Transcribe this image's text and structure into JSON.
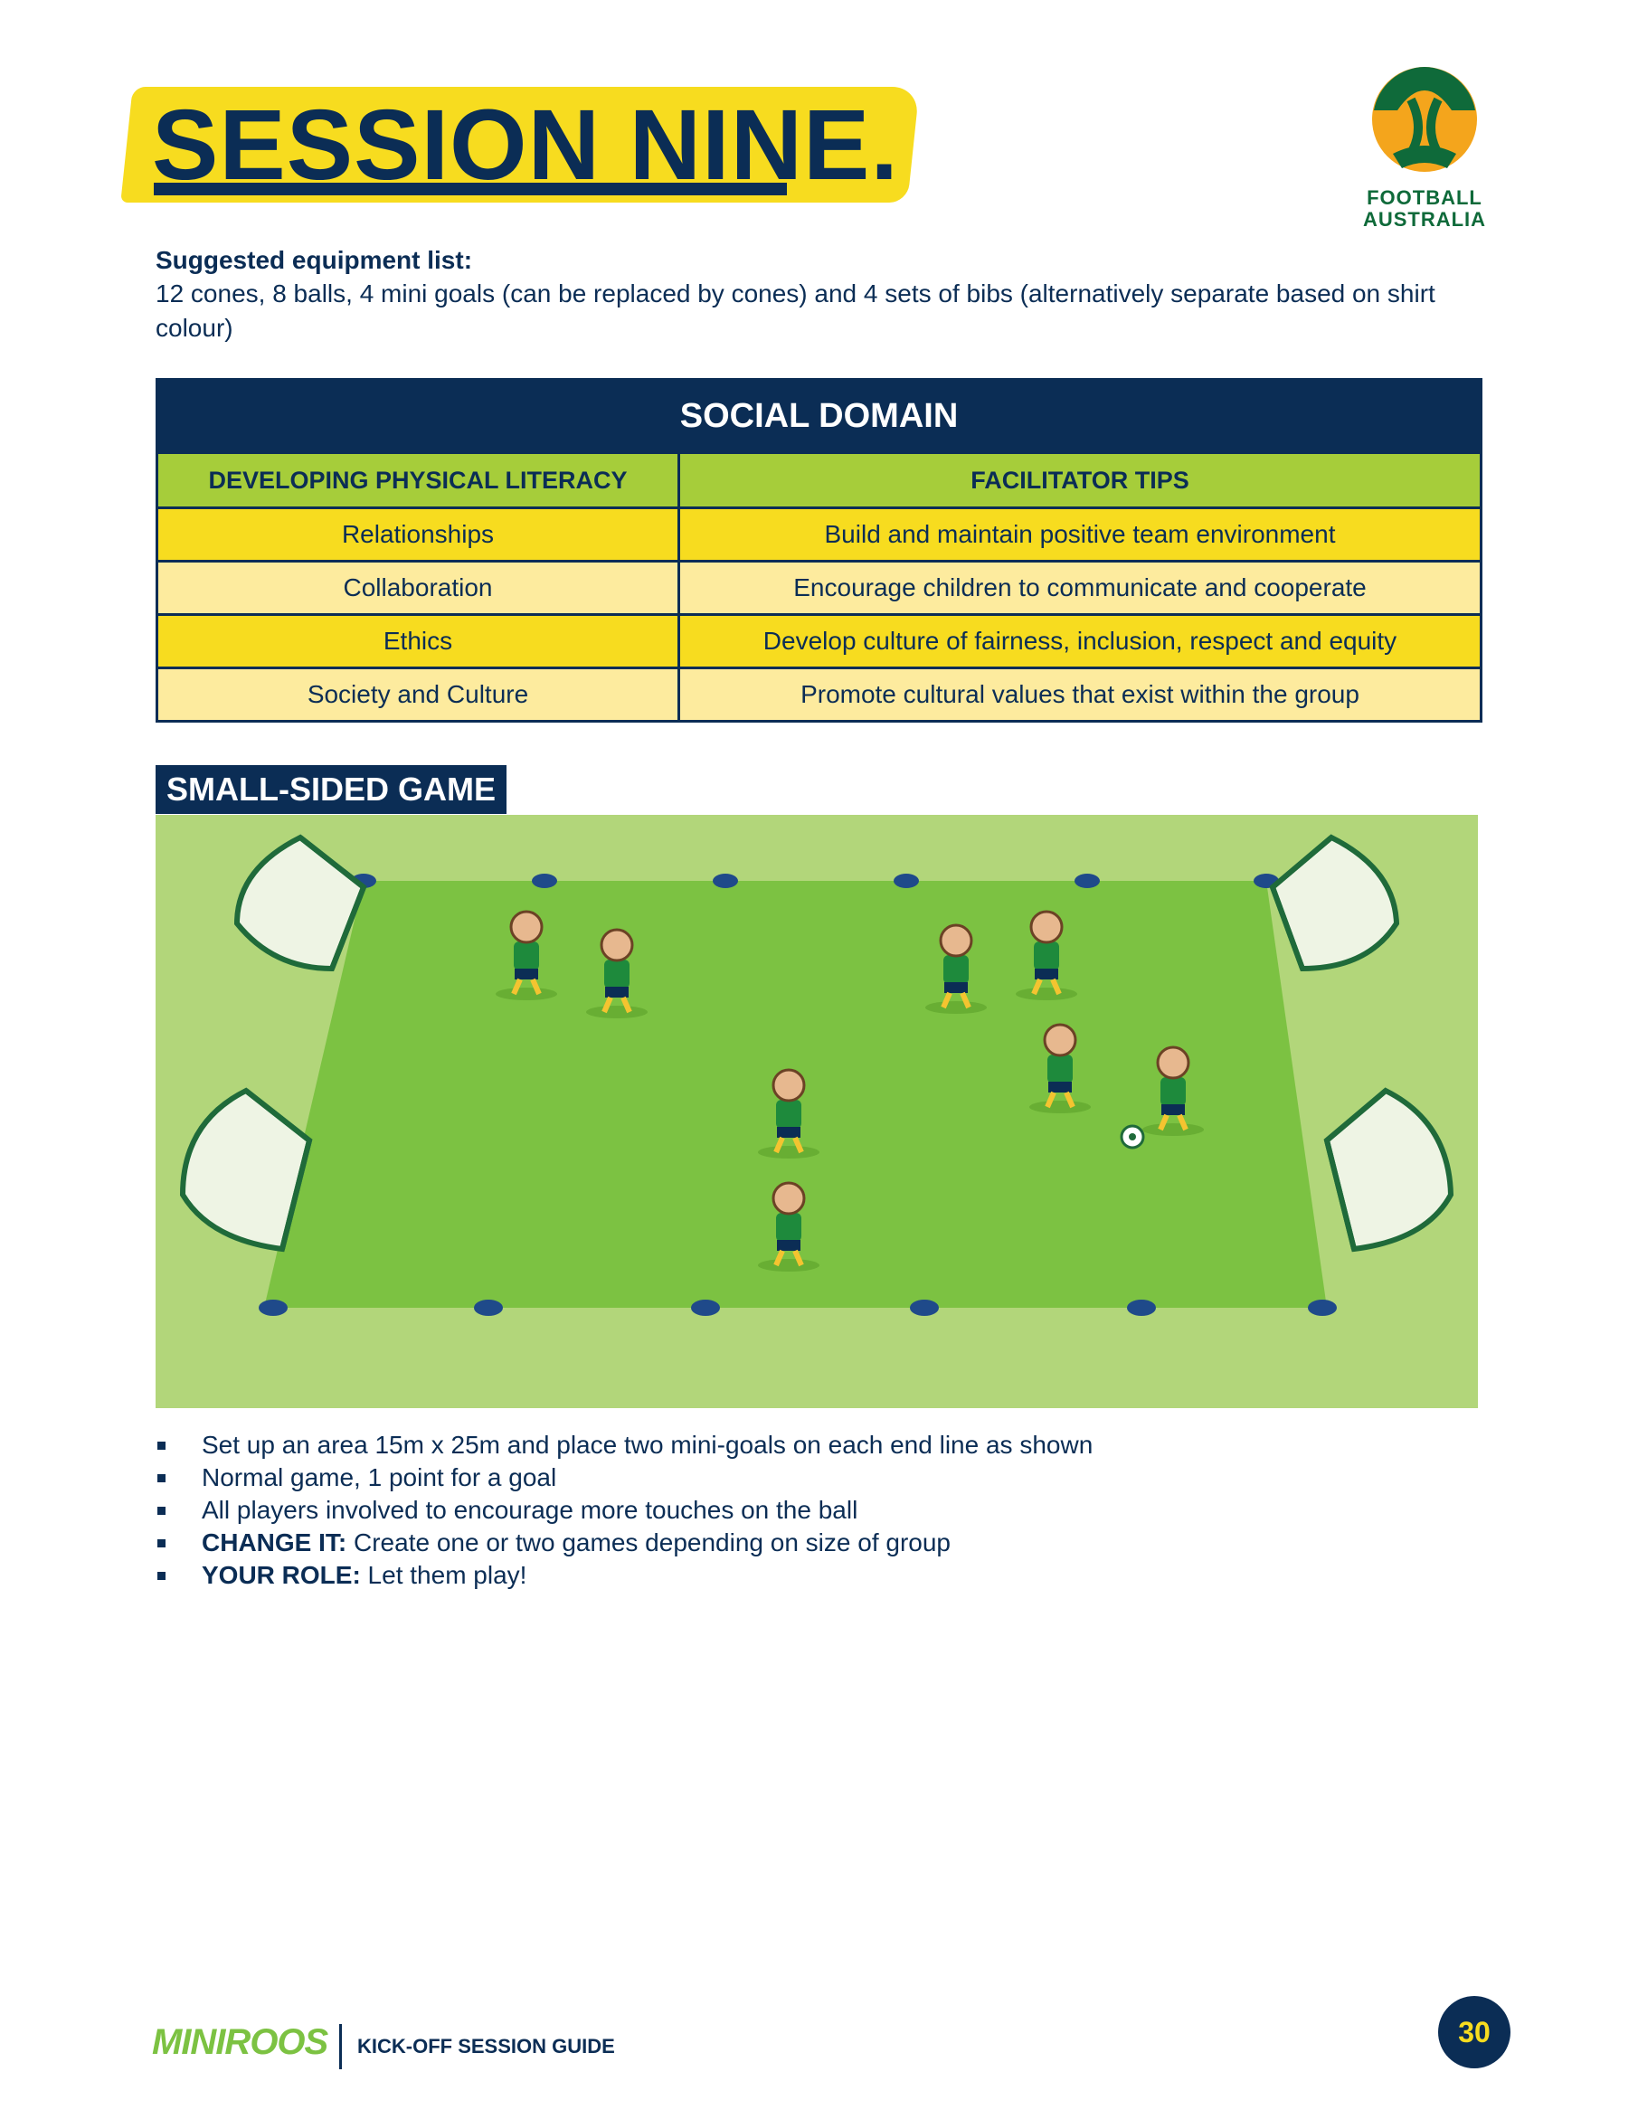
{
  "header": {
    "title": "SESSION NINE.",
    "logo_line1": "FOOTBALL",
    "logo_line2": "AUSTRALIA"
  },
  "equipment": {
    "heading": "Suggested equipment list:",
    "text": "12 cones, 8 balls, 4 mini goals (can be replaced by cones) and 4 sets of bibs (alternatively separate based on shirt colour)"
  },
  "table": {
    "title": "SOCIAL DOMAIN",
    "col1_header": "DEVELOPING PHYSICAL LITERACY",
    "col2_header": "FACILITATOR TIPS",
    "rows": [
      {
        "literacy": "Relationships",
        "tip": "Build and maintain positive team environment"
      },
      {
        "literacy": "Collaboration",
        "tip": "Encourage children to communicate and cooperate"
      },
      {
        "literacy": "Ethics",
        "tip": "Develop culture of fairness, inclusion, respect and equity"
      },
      {
        "literacy": "Society and Culture",
        "tip": "Promote cultural values that exist within the group"
      }
    ]
  },
  "game": {
    "label": "SMALL-SIDED GAME",
    "bullets": [
      {
        "bold": "",
        "text": "Set up an area 15m x 25m and place two mini-goals on each end line as shown"
      },
      {
        "bold": "",
        "text": "Normal game, 1 point for a goal"
      },
      {
        "bold": "",
        "text": "All players involved to encourage more touches on the ball"
      },
      {
        "bold": "CHANGE IT:",
        "text": " Create one or two games depending on size of group"
      },
      {
        "bold": "YOUR ROLE:",
        "text": " Let them play!"
      }
    ]
  },
  "footer": {
    "brand": "MINIROOS",
    "guide": "KICK-OFF SESSION GUIDE",
    "page_number": "30"
  },
  "colors": {
    "navy": "#0b2d55",
    "yellow": "#f7dc1f",
    "light_yellow": "#fdeb9e",
    "lime": "#a6cd3a",
    "pitch_green": "#7cc242"
  }
}
